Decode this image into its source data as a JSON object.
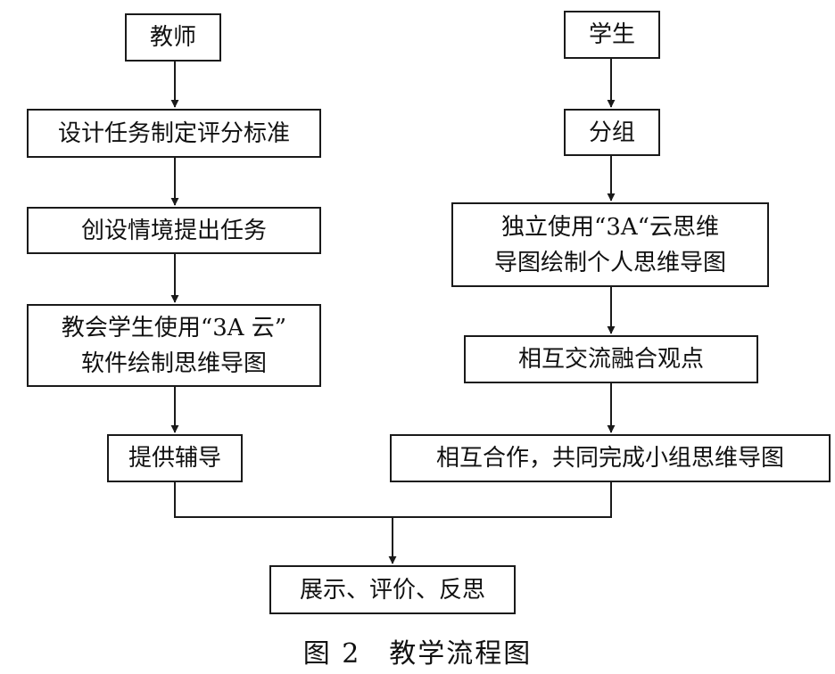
{
  "teacher_column": {
    "start": "教师",
    "step1": "设计任务制定评分标准",
    "step2": "创设情境提出任务",
    "step3_line1": "教会学生使用“3A 云”",
    "step3_line2": "软件绘制思维导图",
    "step4": "提供辅导"
  },
  "student_column": {
    "start": "学生",
    "step1": "分组",
    "step2_line1": "独立使用“3A“云思维",
    "step2_line2": "导图绘制个人思维导图",
    "step3": "相互交流融合观点",
    "step4": "相互合作，共同完成小组思维导图"
  },
  "final_step": "展示、评价、反思",
  "caption": "图 2　教学流程图"
}
